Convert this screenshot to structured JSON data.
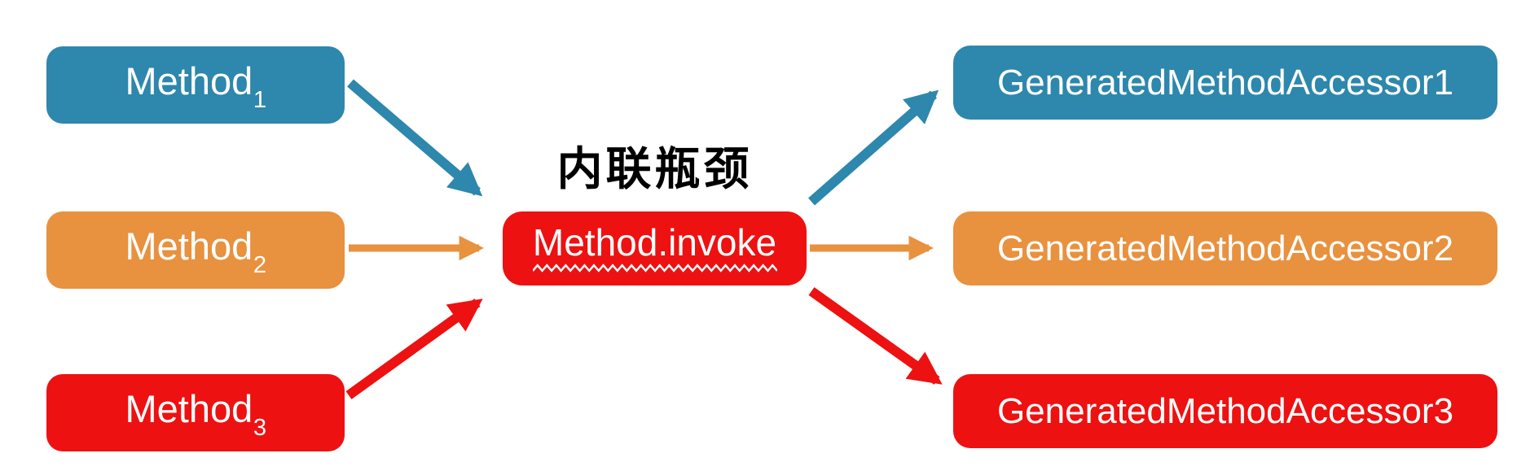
{
  "colors": {
    "blue": "#2e87ac",
    "orange": "#e8913f",
    "red": "#ed1111",
    "label_text": "#000000",
    "box_text": "#ffffff",
    "background": "#ffffff"
  },
  "diagram": {
    "bottleneck_label": "内联瓶颈",
    "center_node": {
      "text": "Method.invoke"
    },
    "left_nodes": [
      {
        "base": "Method",
        "sub": "1"
      },
      {
        "base": "Method",
        "sub": "2"
      },
      {
        "base": "Method",
        "sub": "3"
      }
    ],
    "right_nodes": [
      {
        "text": "GeneratedMethodAccessor1"
      },
      {
        "text": "GeneratedMethodAccessor2"
      },
      {
        "text": "GeneratedMethodAccessor3"
      }
    ],
    "arrows": [
      {
        "name": "method1-to-invoke",
        "color": "blue"
      },
      {
        "name": "method2-to-invoke",
        "color": "orange"
      },
      {
        "name": "method3-to-invoke",
        "color": "red"
      },
      {
        "name": "invoke-to-accessor1",
        "color": "blue"
      },
      {
        "name": "invoke-to-accessor2",
        "color": "orange"
      },
      {
        "name": "invoke-to-accessor3",
        "color": "red"
      }
    ]
  }
}
